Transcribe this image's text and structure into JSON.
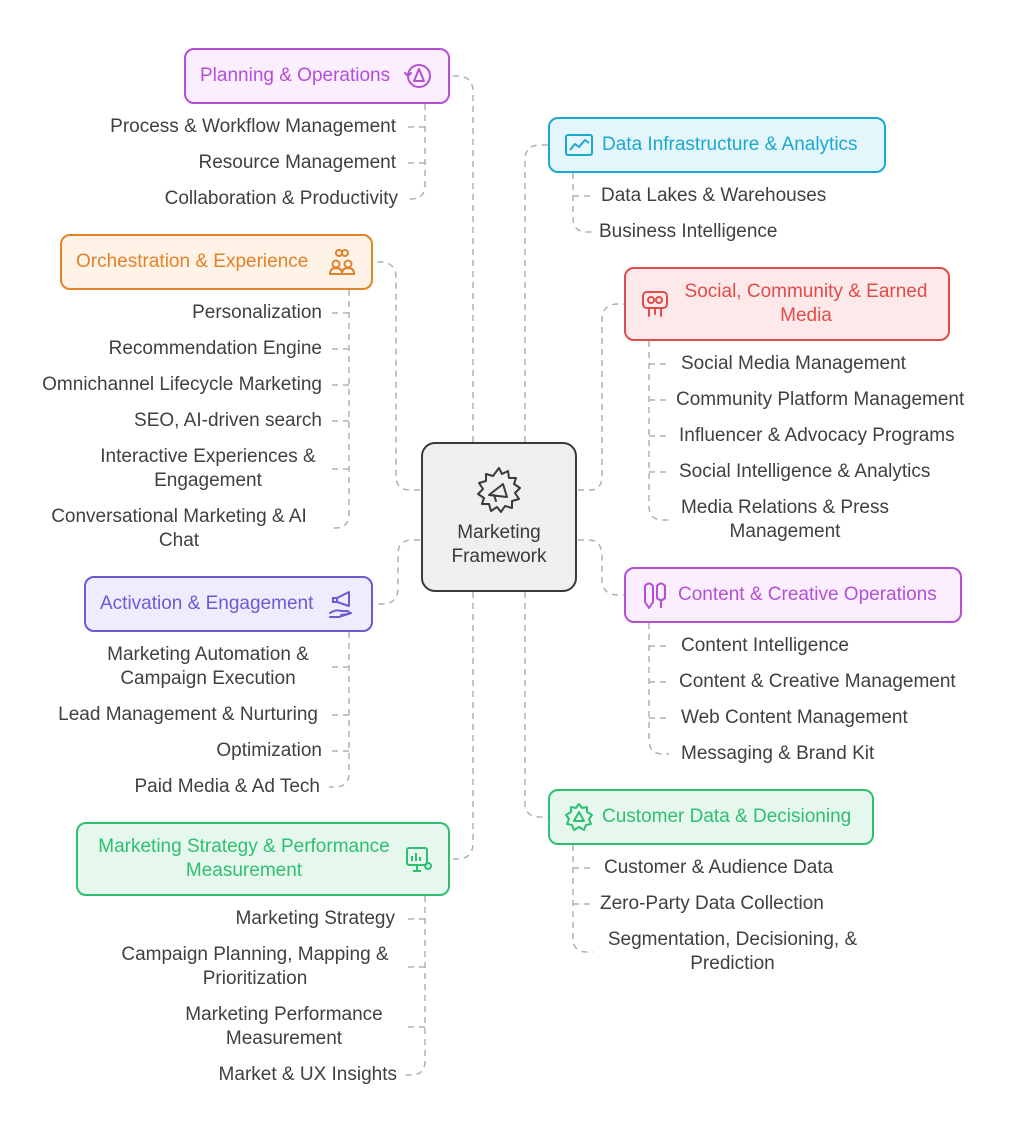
{
  "center": {
    "title": "Marketing Framework",
    "icon": "megaphone-sparkle-icon"
  },
  "categories": {
    "planning": {
      "title": "Planning & Operations",
      "icon": "planning-compass-icon",
      "color": "#b44fd6",
      "fill": "#fbeefe",
      "items": [
        "Process & Workflow Management",
        "Resource Management",
        "Collaboration & Productivity"
      ]
    },
    "orchestration": {
      "title": "Orchestration & Experience",
      "icon": "people-orchestration-icon",
      "color": "#e0832a",
      "fill": "#fff2e6",
      "items": [
        "Personalization",
        "Recommendation Engine",
        "Omnichannel Lifecycle Marketing",
        "SEO, AI-driven search",
        "Interactive Experiences & Engagement",
        "Conversational Marketing & AI Chat"
      ]
    },
    "activation": {
      "title": "Activation & Engagement",
      "icon": "megaphone-hand-icon",
      "color": "#6a5bd6",
      "fill": "#efedfd",
      "items": [
        "Marketing Automation & Campaign Execution",
        "Lead Management & Nurturing",
        "Optimization",
        "Paid Media & Ad Tech"
      ]
    },
    "strategy": {
      "title": "Marketing Strategy & Performance Measurement",
      "icon": "chart-board-icon",
      "color": "#2fbf71",
      "fill": "#e6f8ee",
      "items": [
        "Marketing Strategy",
        "Campaign Planning, Mapping & Prioritization",
        "Marketing Performance Measurement",
        "Market & UX Insights"
      ]
    },
    "data_infra": {
      "title": "Data Infrastructure & Analytics",
      "icon": "line-chart-icon",
      "color": "#1aa9cf",
      "fill": "#e4f6fb",
      "items": [
        "Data Lakes & Warehouses",
        "Business Intelligence"
      ]
    },
    "social": {
      "title": "Social, Community & Earned Media",
      "icon": "community-faces-icon",
      "color": "#e04b4b",
      "fill": "#fde9e9",
      "items": [
        "Social Media Management",
        "Community Platform Management",
        "Influencer & Advocacy Programs",
        "Social Intelligence & Analytics",
        "Media Relations & Press Management"
      ]
    },
    "content": {
      "title": "Content & Creative Operations",
      "icon": "pen-tools-icon",
      "color": "#b44fd6",
      "fill": "#fbeefe",
      "items": [
        "Content Intelligence",
        "Content & Creative Management",
        "Web Content Management",
        "Messaging & Brand Kit"
      ]
    },
    "customer_data": {
      "title": "Customer Data & Decisioning",
      "icon": "decision-badge-icon",
      "color": "#2fbf71",
      "fill": "#e6f8ee",
      "items": [
        "Customer & Audience Data",
        "Zero-Party Data Collection",
        "Segmentation, Decisioning, & Prediction"
      ]
    }
  }
}
